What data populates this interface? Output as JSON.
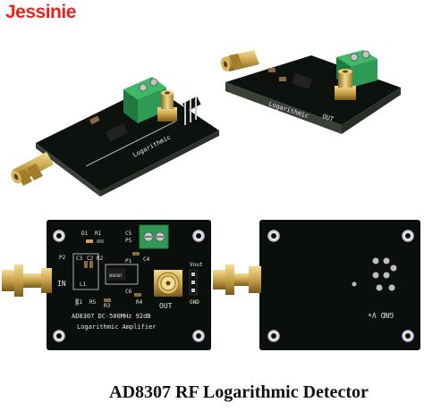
{
  "brand": {
    "name": "Jessinie",
    "color": "#e8231d"
  },
  "caption": "AD8307 RF Logarithmic Detector",
  "front_board": {
    "chip_label": "AD8307",
    "spec_line": "AD8307 DC-500MHz 92dB",
    "subtitle": "Logarithmic Amplifier",
    "labels": {
      "in": "IN",
      "out": "OUT",
      "vout": "Vout",
      "gnd": "GND",
      "p1": "P1",
      "p2": "P2",
      "c1": "C1",
      "c2": "C2",
      "c3": "C3",
      "c4": "C4",
      "c5": "C5",
      "c6": "C6",
      "r1": "R1",
      "r2": "R2",
      "r3": "R3",
      "r4": "R4",
      "r5": "R5",
      "d1": "D1",
      "l1": "L1",
      "p5": "P5"
    }
  },
  "back_board": {
    "label": "GND V+"
  },
  "colors": {
    "pcb": "#0b0f0c",
    "terminal": "#2e9a55",
    "gold": "#c9a24a"
  }
}
